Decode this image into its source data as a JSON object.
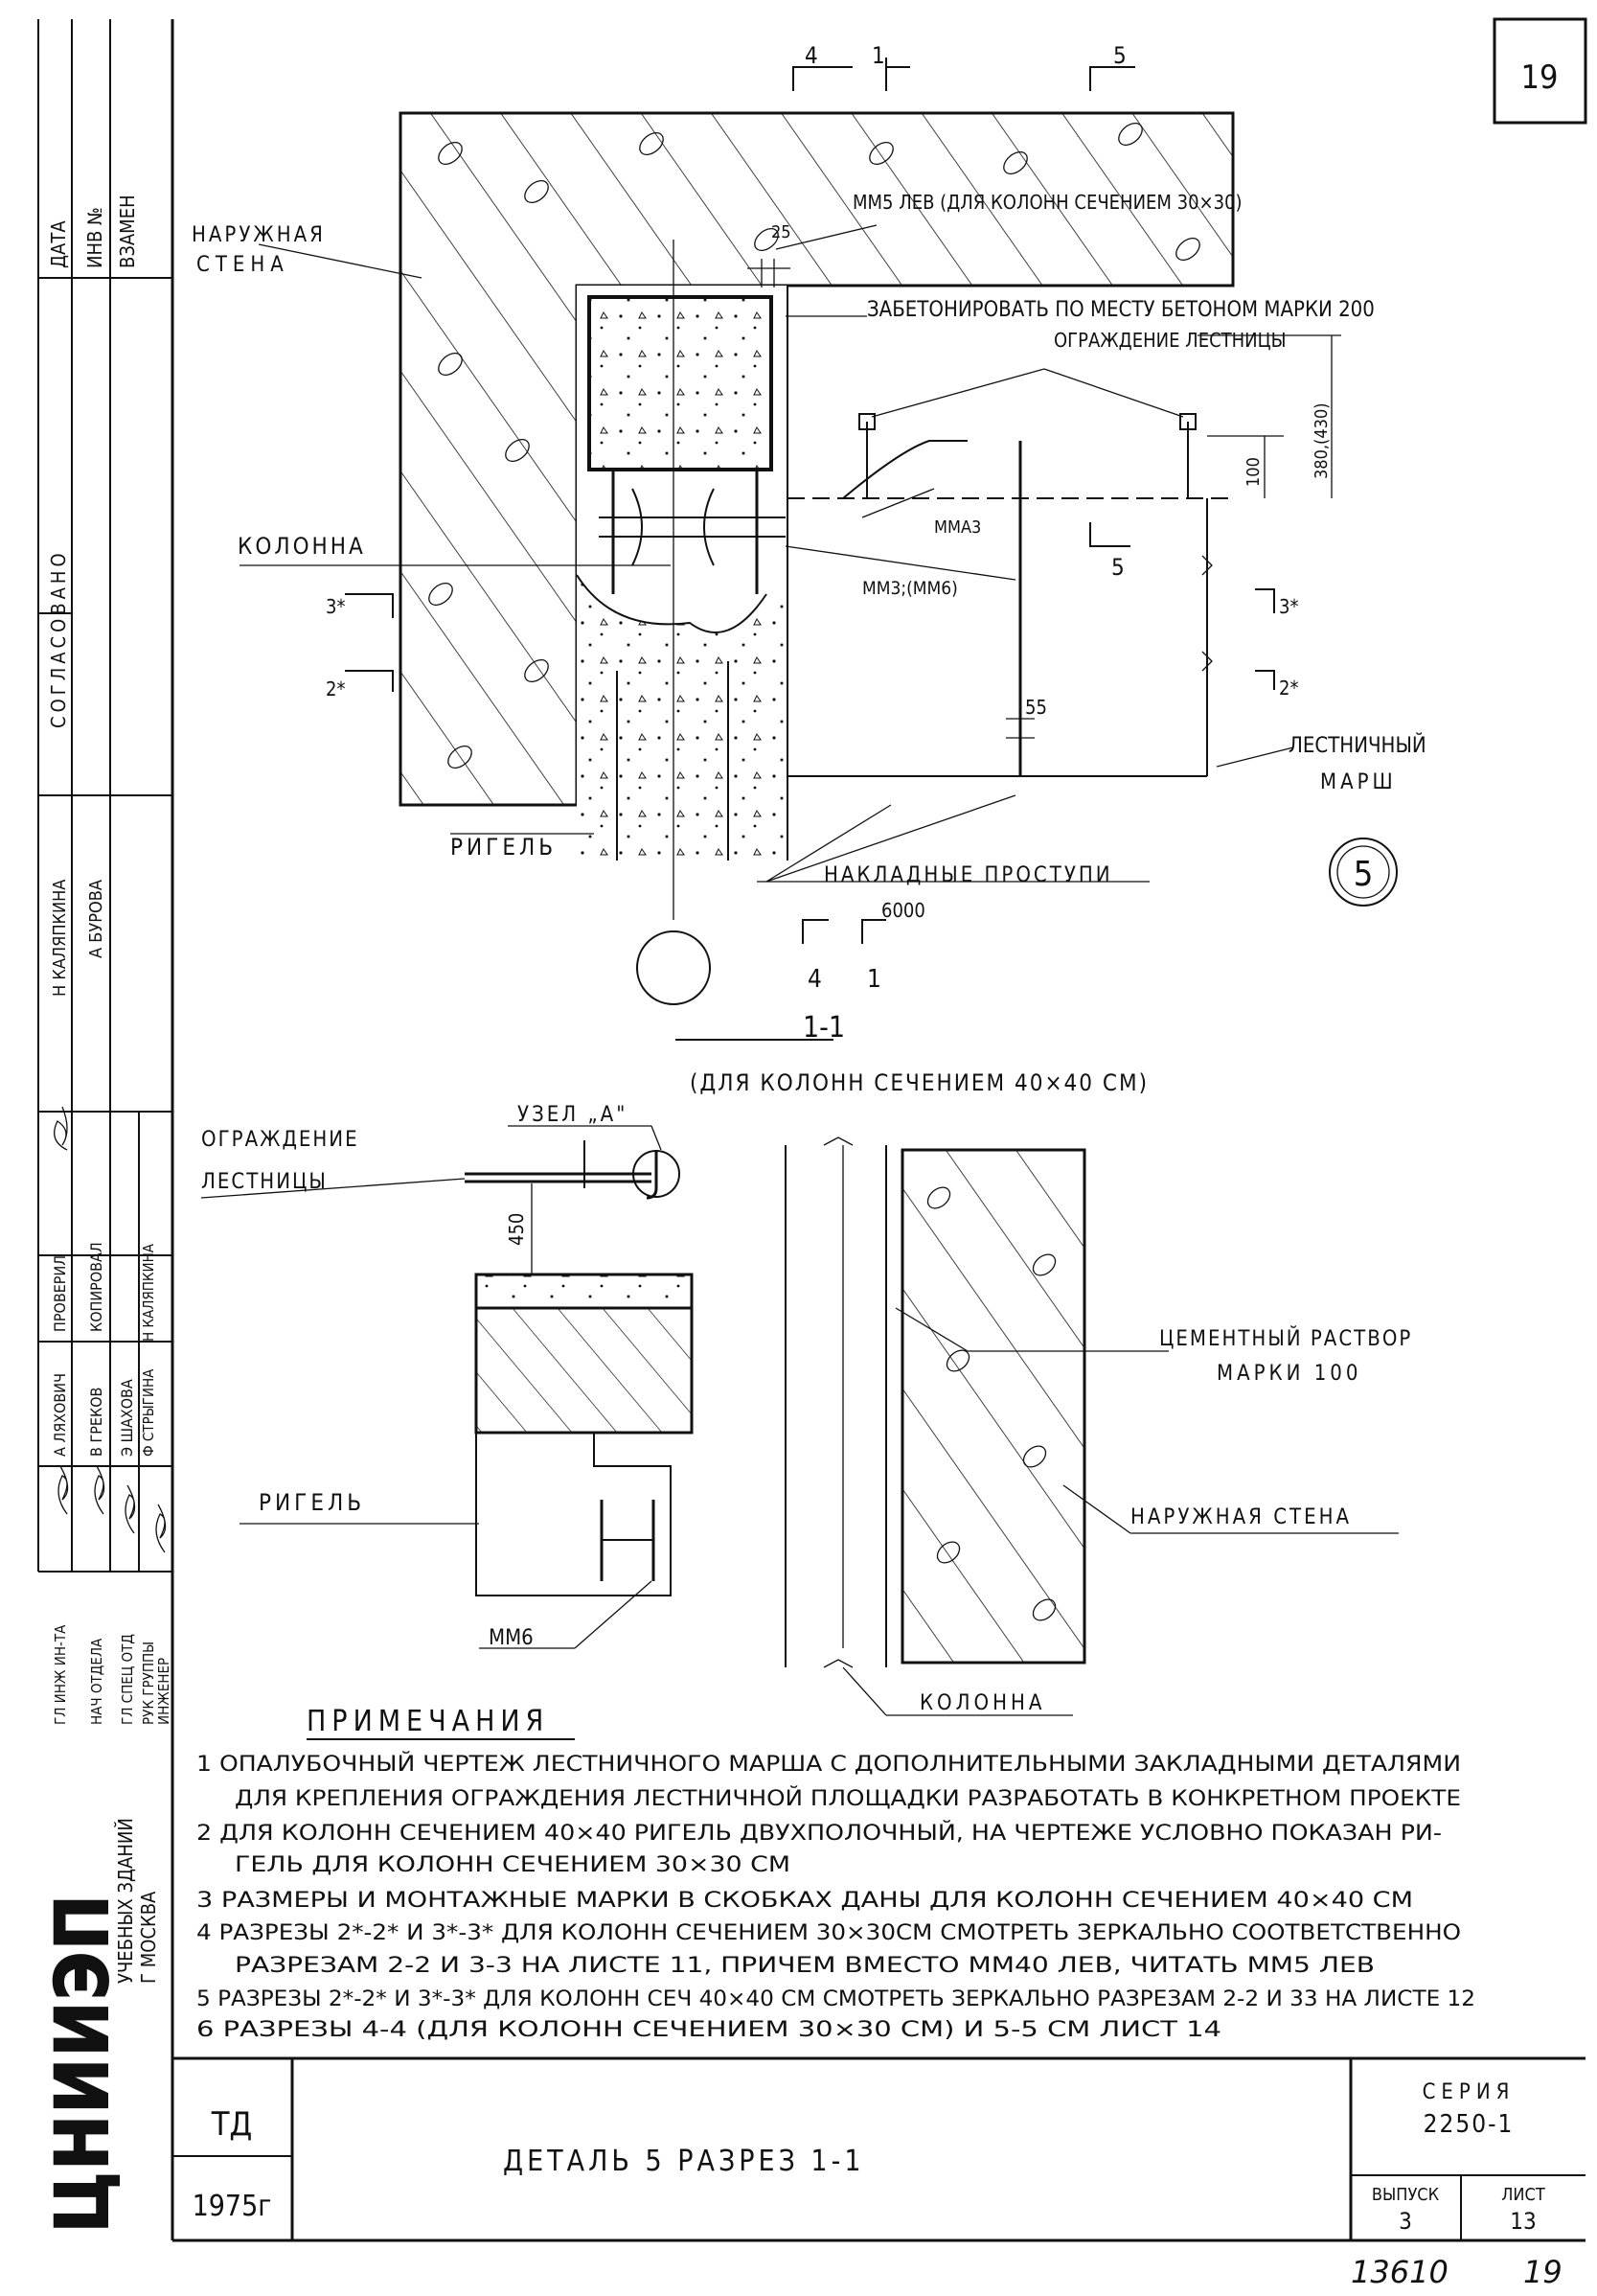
{
  "sheet_number": "19",
  "stamp_left": {
    "top": [
      "ДАТА",
      "ИНВ №",
      "ВЗАМЕН"
    ],
    "agreed": "СОГЛАСОВАНО",
    "agreed_names": [
      "Н КАЛЯПКИНА",
      "А БУРОВА"
    ],
    "roles_col1": [
      "ПРОВЕРИЛ",
      "А ЛЯХОВИЧ",
      "ГЛ ИНЖ ИН-ТА"
    ],
    "roles_col2": [
      "КОПИРОВАЛ",
      "В ГРЕКОВ",
      "НАЧ ОТДЕЛА"
    ],
    "roles_col3": [
      "Э ШАХОВА",
      "ГЛ СПЕЦ ОТД",
      "РУК ГРУППЫ"
    ],
    "roles_col4": [
      "Н КАЛЯПКИНА",
      "Ф СТРЫГИНА",
      "ИНЖЕНЕР"
    ],
    "org_logo": "ЦНИИЭП",
    "org_line1": "УЧЕБНЫХ ЗДАНИЙ",
    "org_line2": "Г МОСКВА"
  },
  "detail5": {
    "labels": {
      "outer_wall_1": "НАРУЖНАЯ",
      "outer_wall_2": "СТЕНА",
      "mm5": "ММ5 ЛЕВ (ДЛЯ КОЛОНН СЕЧЕНИЕМ 30×30)",
      "dim25": "25",
      "concrete": "ЗАБЕТОНИРОВАТЬ ПО МЕСТУ БЕТОНОМ МАРКИ 200",
      "railing": "ОГРАЖДЕНИЕ ЛЕСТНИЦЫ",
      "dim380": "380,(430)",
      "dim100": "100",
      "mma3": "ММА3",
      "mm3": "ММ3;(ММ6)",
      "column": "КОЛОННА",
      "cut3": "3*",
      "cut2": "2*",
      "cut3r": "3*",
      "cut2r": "2*",
      "dim55": "55",
      "stair_flight_1": "ЛЕСТНИЧНЫЙ",
      "stair_flight_2": "МАРШ",
      "crossbar": "РИГЕЛЬ",
      "treads": "НАКЛАДНЫЕ ПРОСТУПИ",
      "dim6000": "6000",
      "detail_no": "5",
      "sec4_top": "4",
      "sec1_top": "1",
      "sec5_top": "5",
      "sec5_mid": "5",
      "sec4_bot": "4",
      "sec1_bot": "1"
    }
  },
  "section11": {
    "title": "1-1",
    "subtitle": "(ДЛЯ КОЛОНН СЕЧЕНИЕМ 40×40 СМ)",
    "node": "УЗЕЛ „А\"",
    "railing_1": "ОГРАЖДЕНИЕ",
    "railing_2": "ЛЕСТНИЦЫ",
    "dim450": "450",
    "mortar_1": "ЦЕМЕНТНЫЙ РАСТВОР",
    "mortar_2": "МАРКИ 100",
    "crossbar": "РИГЕЛЬ",
    "outer_wall": "НАРУЖНАЯ СТЕНА",
    "mm6": "ММ6",
    "column": "КОЛОННА"
  },
  "notes": {
    "title": "ПРИМЕЧАНИЯ",
    "lines": [
      "1 ОПАЛУБОЧНЫЙ ЧЕРТЕЖ ЛЕСТНИЧНОГО МАРША С ДОПОЛНИТЕЛЬНЫМИ ЗАКЛАДНЫМИ ДЕТАЛЯМИ",
      "ДЛЯ КРЕПЛЕНИЯ ОГРАЖДЕНИЯ ЛЕСТНИЧНОЙ ПЛОЩАДКИ РАЗРАБОТАТЬ В КОНКРЕТНОМ ПРОЕКТЕ",
      "2 ДЛЯ КОЛОНН СЕЧЕНИЕМ 40×40 РИГЕЛЬ ДВУХПОЛОЧНЫЙ, НА ЧЕРТЕЖЕ УСЛОВНО ПОКАЗАН РИ-",
      "ГЕЛЬ ДЛЯ КОЛОНН СЕЧЕНИЕМ 30×30 СМ",
      "3 РАЗМЕРЫ И МОНТАЖНЫЕ МАРКИ В СКОБКАХ ДАНЫ ДЛЯ КОЛОНН СЕЧЕНИЕМ 40×40 СМ",
      "4 РАЗРЕЗЫ 2*-2* И 3*-3* ДЛЯ КОЛОНН СЕЧЕНИЕМ 30×30СМ СМОТРЕТЬ ЗЕРКАЛЬНО СООТВЕТСТВЕННО",
      "РАЗРЕЗАМ 2-2 И 3-3 НА ЛИСТЕ 11, ПРИЧЕМ ВМЕСТО ММ40 ЛЕВ, ЧИТАТЬ ММ5 ЛЕВ",
      "5 РАЗРЕЗЫ 2*-2* И 3*-3* ДЛЯ КОЛОНН СЕЧ 40×40 СМ СМОТРЕТЬ ЗЕРКАЛЬНО РАЗРЕЗАМ 2-2 И 33 НА ЛИСТЕ 12",
      "6 РАЗРЕЗЫ 4-4 (ДЛЯ КОЛОНН СЕЧЕНИЕМ 30×30 СМ) И 5-5 СМ ЛИСТ 14"
    ]
  },
  "title_block": {
    "code": "ТД",
    "year": "1975г",
    "title": "ДЕТАЛЬ 5 РАЗРЕЗ 1-1",
    "series_label": "СЕРИЯ",
    "series_value": "2250-1",
    "issue_label": "ВЫПУСК",
    "issue_value": "3",
    "sheet_label": "ЛИСТ",
    "sheet_value": "13",
    "archive_no": "13610",
    "archive_page": "19"
  }
}
